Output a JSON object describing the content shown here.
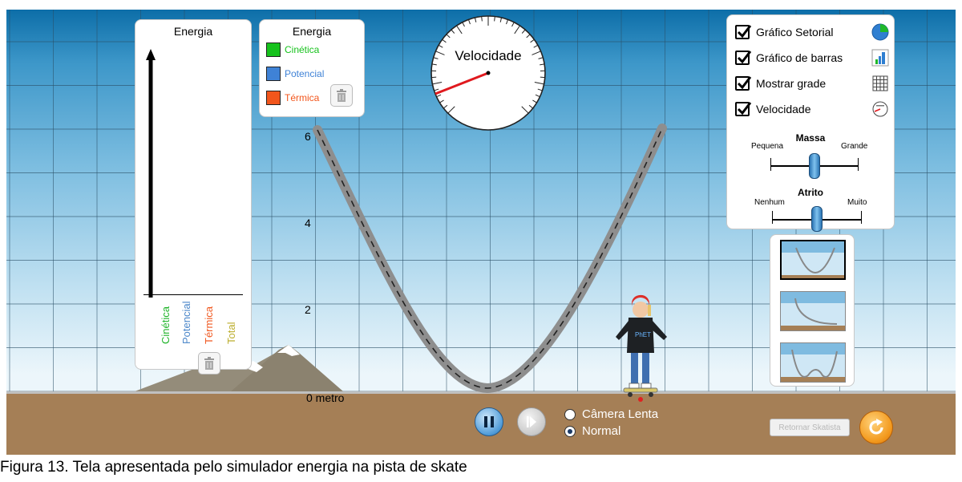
{
  "bar_chart": {
    "title": "Energia",
    "labels": [
      {
        "text": "Cinética",
        "color": "#22b52c"
      },
      {
        "text": "Potencial",
        "color": "#4a86c9"
      },
      {
        "text": "Térmica",
        "color": "#f05a22"
      },
      {
        "text": "Total",
        "color": "#bcae2e"
      }
    ]
  },
  "legend": {
    "title": "Energia",
    "items": [
      {
        "text": "Cinética",
        "color": "#16c21c"
      },
      {
        "text": "Potencial",
        "color": "#3f82d6"
      },
      {
        "text": "Térmica",
        "color": "#f2561c"
      }
    ]
  },
  "speedometer": {
    "label": "Velocidade"
  },
  "grid_labels": {
    "y6": "6",
    "y4": "4",
    "y2": "2",
    "zero": "0 metro"
  },
  "controls": {
    "checks": [
      {
        "label": "Gráfico Setorial",
        "icon": "pie-chart-icon",
        "checked": true
      },
      {
        "label": "Gráfico de barras",
        "icon": "bar-chart-icon",
        "checked": true
      },
      {
        "label": "Mostrar grade",
        "icon": "grid-icon",
        "checked": true
      },
      {
        "label": "Velocidade",
        "icon": "speedometer-icon",
        "checked": true
      }
    ],
    "mass": {
      "title": "Massa",
      "min_label": "Pequena",
      "max_label": "Grande",
      "level": 0.5
    },
    "friction": {
      "title": "Atrito",
      "min_label": "Nenhum",
      "max_label": "Muito",
      "level": 0.5
    }
  },
  "playback": {
    "slow_label": "Câmera Lenta",
    "normal_label": "Normal",
    "selected": "normal"
  },
  "return_label": "Retornar Skatista",
  "caption": "Figura 13. Tela apresentada pelo simulador energia na pista de skate",
  "colors": {
    "accent": "#f39a1e",
    "sky": "#3d97c9",
    "ground": "#a57f56"
  }
}
